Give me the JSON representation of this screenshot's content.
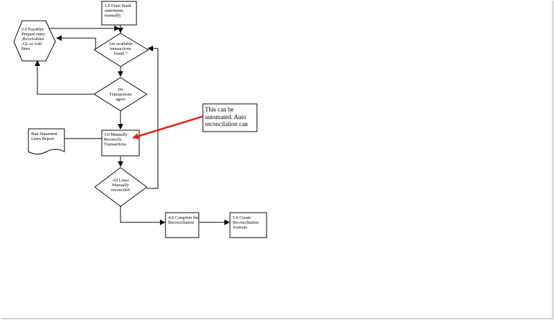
{
  "diagram": {
    "nodes": {
      "step1": "1.0 Enter Bank\nstatements\nmanually",
      "step2": "2.0 Payables\nPrepare entry\n,Receivables\n,GL or Add\nlines",
      "decision_found": "Are available\ntransactions\nfound ?",
      "decision_agree": "Do\nTransactions\nagree",
      "step3": "3.0 Manually\nReconcile\nTransactions",
      "report": "Run Statement\nLines Report",
      "decision_all": "All Lines\nManually\nreconciled",
      "step4": "4.0 Complete the\nReconciliation",
      "step5": "5.0 Create\nReconciliation\nJournals"
    },
    "note": {
      "text": "This can be\nautomated.  Auto\nreconcilation can\nbe implemented",
      "arrow_color": "#e8201a"
    },
    "colors": {
      "line": "#000000",
      "shape_border": "#000000",
      "shape_fill": "#ffffff"
    }
  }
}
